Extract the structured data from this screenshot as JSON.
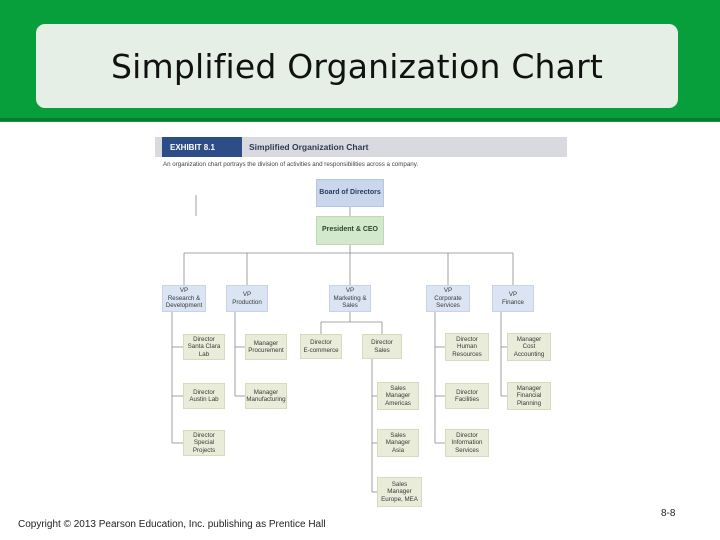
{
  "slide": {
    "title": "Simplified Organization Chart",
    "copyright": "Copyright © 2013 Pearson Education, Inc. publishing as Prentice Hall",
    "page_number": "8-8"
  },
  "exhibit": {
    "tag": "EXHIBIT 8.1",
    "name": "Simplified Organization Chart",
    "caption": "An organization chart portrays the division of activities and responsibilities across a company."
  },
  "org": {
    "board": "Board of Directors",
    "ceo": "President & CEO",
    "vps": [
      {
        "label": "VP\nResearch &\nDevelopment",
        "reports": [
          "Director\nSanta Clara\nLab",
          "Director\nAustin Lab",
          "Director\nSpecial\nProjects"
        ]
      },
      {
        "label": "VP\nProduction",
        "reports": [
          "Manager\nProcurement",
          "Manager\nManufacturing"
        ]
      },
      {
        "label": "VP\nMarketing &\nSales",
        "reports": [
          "Director\nE-commerce",
          "Director\nSales"
        ],
        "sales_reports": [
          "Sales\nManager\nAmericas",
          "Sales\nManager\nAsia",
          "Sales\nManager\nEurope, MEA"
        ]
      },
      {
        "label": "VP\nCorporate\nServices",
        "reports": [
          "Director\nHuman\nResources",
          "Director\nFacilities",
          "Director\nInformation\nServices"
        ]
      },
      {
        "label": "VP\nFinance",
        "reports": [
          "Manager\nCost\nAccounting",
          "Manager\nFinancial\nPlanning"
        ]
      }
    ]
  }
}
